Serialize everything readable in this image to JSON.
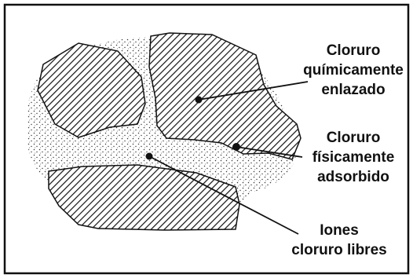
{
  "labels": {
    "chemically_bound": [
      "Cloruro",
      "químicamente",
      "enlazado"
    ],
    "physically_adsorbed": [
      "Cloruro",
      "físicamente",
      "adsorbido"
    ],
    "free_ions": [
      "Iones",
      "cloruro libres"
    ]
  },
  "colors": {
    "border": "#111111",
    "hatch": "#111111",
    "stipple": "#333333",
    "background": "#ffffff"
  }
}
